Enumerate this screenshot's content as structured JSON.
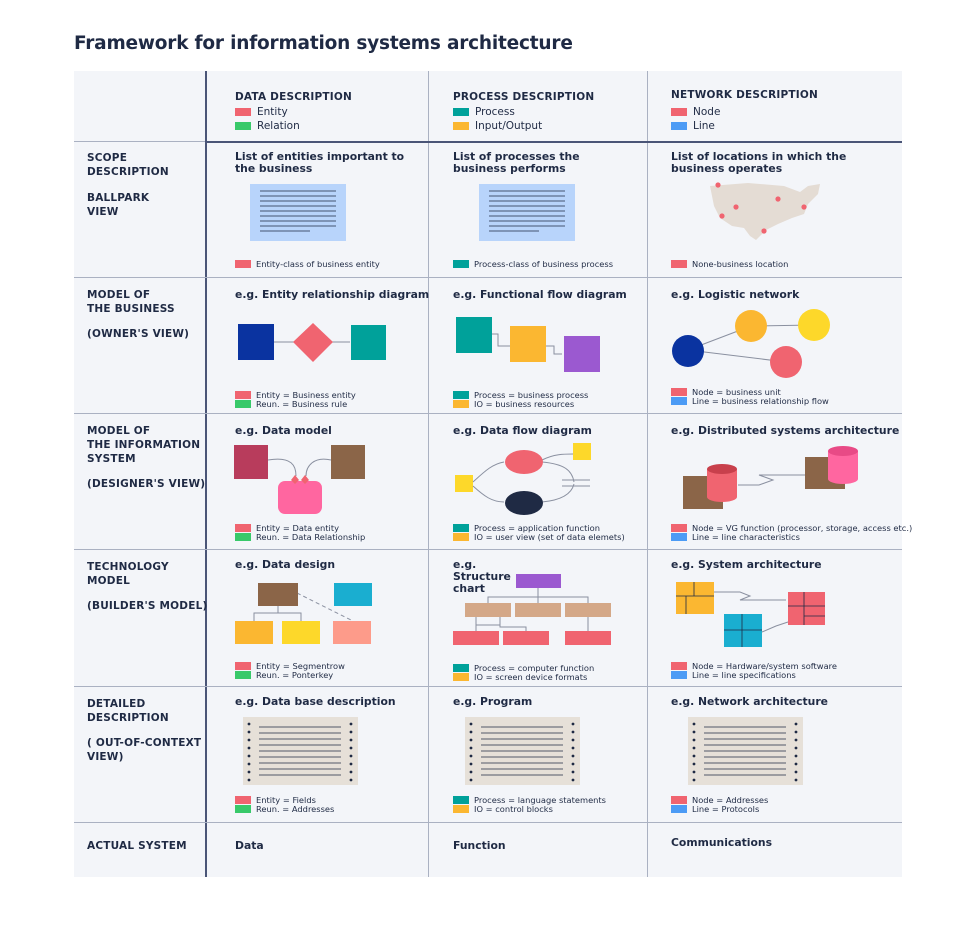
{
  "title": "Framework for information systems architecture",
  "colors": {
    "red": "#f06470",
    "green": "#38c96a",
    "teal": "#00a19a",
    "yellow": "#fbb731",
    "blue": "#4c9bf5",
    "navy": "#1f2a44",
    "cell_bg": "#f3f5f9"
  },
  "columns": [
    {
      "header": "DATA DESCRIPTION",
      "legend": [
        "Entity",
        "Relation"
      ]
    },
    {
      "header": "PROCESS DESCRIPTION",
      "legend": [
        "Process",
        "Input/Output"
      ]
    },
    {
      "header": "NETWORK DESCRIPTION",
      "legend": [
        "Node",
        "Line"
      ]
    }
  ],
  "rows": [
    {
      "label": [
        "SCOPE",
        "DESCRIPTION",
        "",
        "BALLPARK",
        "VIEW"
      ],
      "cells": [
        {
          "title": "List of entities important to the business",
          "labels": [
            "Entity-class of business entity"
          ],
          "icon": "document-icon"
        },
        {
          "title": "List of processes the business performs",
          "labels": [
            "Process-class of business process"
          ],
          "icon": "document-icon"
        },
        {
          "title": "List of locations in which the business operates",
          "labels": [
            "None-business location"
          ],
          "icon": "us-map-icon"
        }
      ]
    },
    {
      "label": [
        "MODEL OF",
        "THE BUSINESS",
        "",
        "(OWNER'S VIEW)"
      ],
      "cells": [
        {
          "title": "e.g. Entity relationship diagram",
          "labels": [
            "Entity = Business entity",
            "Reun. = Business rule"
          ]
        },
        {
          "title": "e.g. Functional flow diagram",
          "labels": [
            "Process = business process",
            "IO = business resources"
          ]
        },
        {
          "title": "e.g. Logistic network",
          "labels": [
            "Node = business unit",
            "Line = business relationship flow"
          ]
        }
      ]
    },
    {
      "label": [
        "MODEL OF",
        "THE INFORMATION",
        "SYSTEM",
        "",
        "(DESIGNER'S VIEW)"
      ],
      "cells": [
        {
          "title": "e.g. Data model",
          "labels": [
            "Entity = Data entity",
            "Reun. = Data Relationship"
          ]
        },
        {
          "title": "e.g. Data flow diagram",
          "labels": [
            "Process = application function",
            "IO = user view (set of data elemets)"
          ]
        },
        {
          "title": "e.g. Distributed systems architecture",
          "labels": [
            "Node = VG function (processor, storage, access etc.)",
            "Line = line characteristics"
          ]
        }
      ]
    },
    {
      "label": [
        "TECHNOLOGY",
        "MODEL",
        "",
        "(BUILDER'S MODEL)"
      ],
      "cells": [
        {
          "title": "e.g. Data design",
          "labels": [
            "Entity = Segmentrow",
            "Reun. = Ponterkey"
          ]
        },
        {
          "title": "e.g. Structure chart",
          "labels": [
            "Process = computer function",
            "IO = screen device formats"
          ]
        },
        {
          "title": "e.g. System architecture",
          "labels": [
            "Node = Hardware/system software",
            "Line = line specifications"
          ]
        }
      ]
    },
    {
      "label": [
        "DETAILED",
        "DESCRIPTION",
        "",
        "( OUT-OF-CONTEXT",
        "VIEW)"
      ],
      "cells": [
        {
          "title": "e.g. Data base description",
          "labels": [
            "Entity = Fields",
            "Reun. = Addresses"
          ]
        },
        {
          "title": "e.g. Program",
          "labels": [
            "Process = language statements",
            "IO = control blocks"
          ]
        },
        {
          "title": "e.g. Network architecture",
          "labels": [
            "Node = Addresses",
            "Line = Protocols"
          ]
        }
      ]
    },
    {
      "label": [
        "ACTUAL SYSTEM"
      ],
      "cells": [
        {
          "title": "Data"
        },
        {
          "title": "Function"
        },
        {
          "title": "Communications"
        }
      ]
    }
  ]
}
